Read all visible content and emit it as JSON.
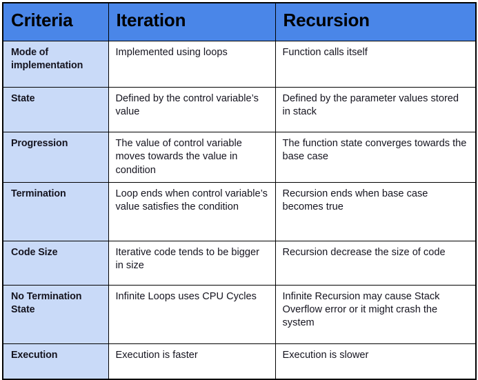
{
  "table": {
    "headers": [
      {
        "label": "Criteria"
      },
      {
        "label": "Iteration"
      },
      {
        "label": "Recursion"
      }
    ],
    "rows": [
      {
        "criteria": "Mode of implementation",
        "iteration": "Implemented using loops",
        "recursion": "Function calls itself"
      },
      {
        "criteria": "State",
        "iteration": "Defined by the control variable’s value",
        "recursion": "Defined by the parameter values stored in stack"
      },
      {
        "criteria": "Progression",
        "iteration": "The value of control variable moves towards the value in condition",
        "recursion": "The function state converges towards the base case"
      },
      {
        "criteria": "Termination",
        "iteration": "Loop ends when control variable’s value satisfies the condition",
        "recursion": "Recursion ends when base case becomes true"
      },
      {
        "criteria": "Code Size",
        "iteration": "Iterative code tends to be bigger in size",
        "recursion": "Recursion decrease the size of code"
      },
      {
        "criteria": "No Termination State",
        "iteration": "Infinite Loops uses CPU Cycles",
        "recursion": "Infinite Recursion may cause Stack Overflow error or it might crash the system"
      },
      {
        "criteria": "Execution",
        "iteration": "Execution is faster",
        "recursion": "Execution is slower"
      }
    ]
  },
  "colors": {
    "header_background": "#4a86e8",
    "criteria_background": "#c9daf8",
    "body_background": "#ffffff",
    "border": "#000000",
    "text": "#15141f"
  }
}
